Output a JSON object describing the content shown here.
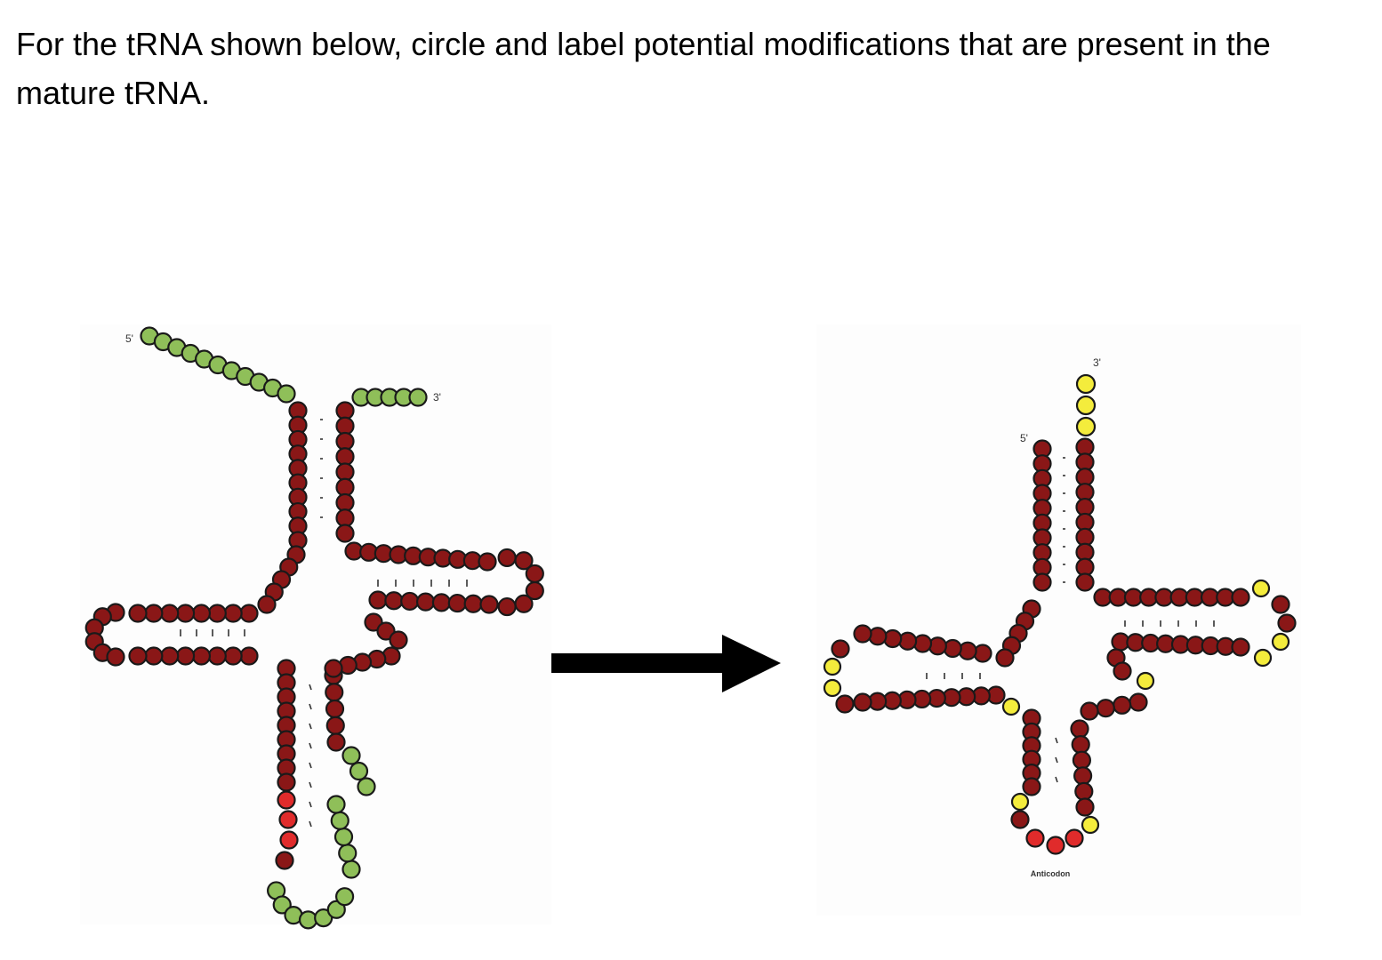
{
  "question": "For the tRNA shown below, circle and label potential modifications that are present in the mature tRNA.",
  "colors": {
    "stem": "#8a1717",
    "extension": "#8fbf59",
    "anticodon": "#e02b2b",
    "cca_and_modified": "#f4ec3c",
    "outline": "#1a1a1a",
    "arrow": "#000000"
  },
  "precursor": {
    "five_prime_label": "5'",
    "three_prime_label": "3'"
  },
  "mature": {
    "five_prime_label": "5'",
    "three_prime_label": "3'",
    "anticodon_label": "Anticodon"
  }
}
